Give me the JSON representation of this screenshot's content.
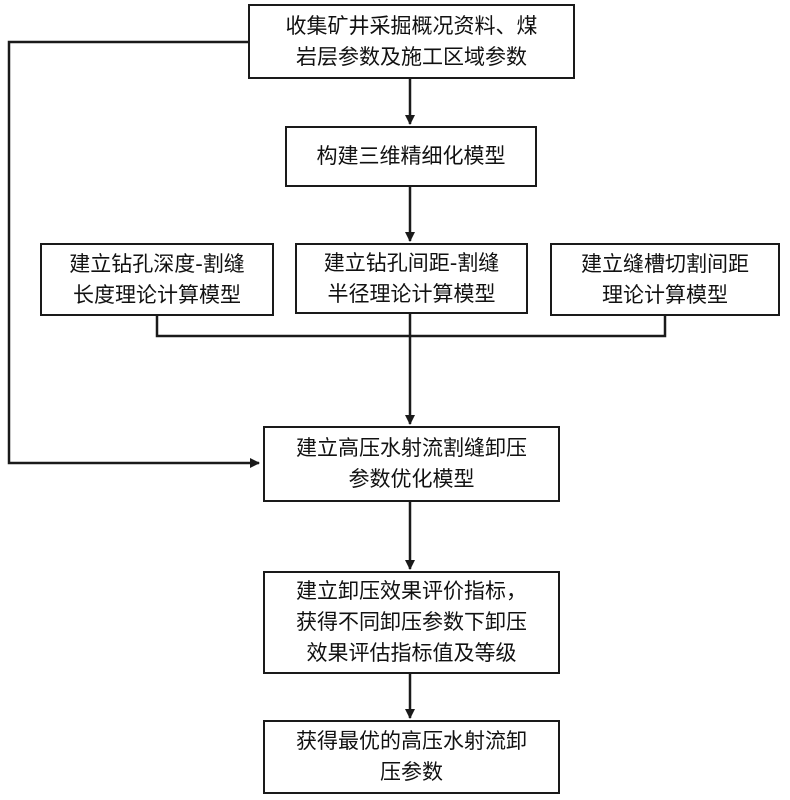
{
  "diagram": {
    "nodes": {
      "collect": {
        "lines": [
          "收集矿井采掘概况资料、煤",
          "岩层参数及施工区域参数"
        ]
      },
      "model3d": {
        "lines": [
          "构建三维精细化模型"
        ]
      },
      "depth": {
        "lines": [
          "建立钻孔深度-割缝",
          "长度理论计算模型"
        ]
      },
      "spacing": {
        "lines": [
          "建立钻孔间距-割缝",
          "半径理论计算模型"
        ]
      },
      "slot": {
        "lines": [
          "建立缝槽切割间距",
          "理论计算模型"
        ]
      },
      "optimize": {
        "lines": [
          "建立高压水射流割缝卸压",
          "参数优化模型"
        ]
      },
      "evaluate": {
        "lines": [
          "建立卸压效果评价指标，",
          "获得不同卸压参数下卸压",
          "效果评估指标值及等级"
        ]
      },
      "result": {
        "lines": [
          "获得最优的高压水射流卸",
          "压参数"
        ]
      }
    },
    "edges": [
      {
        "from": "collect",
        "to": "model3d"
      },
      {
        "from": "model3d",
        "to": "spacing"
      },
      {
        "from": "depth",
        "to": "optimize"
      },
      {
        "from": "spacing",
        "to": "optimize"
      },
      {
        "from": "slot",
        "to": "optimize"
      },
      {
        "from": "collect",
        "to": "optimize"
      },
      {
        "from": "optimize",
        "to": "evaluate"
      },
      {
        "from": "evaluate",
        "to": "result"
      }
    ],
    "colors": {
      "line": "#1a1a1a",
      "box_border": "#1a1a1a",
      "text": "#111111",
      "background": "#ffffff"
    }
  }
}
